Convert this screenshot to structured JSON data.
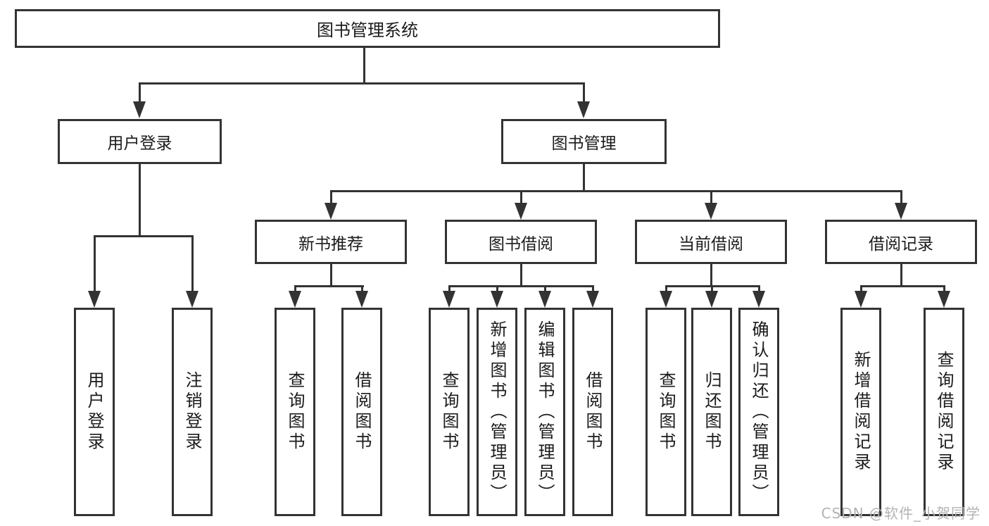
{
  "diagram": {
    "root": "图书管理系统",
    "branches": {
      "user_login": {
        "label": "用户登录",
        "children": [
          "用户登录",
          "注销登录"
        ]
      },
      "book_mgmt": {
        "label": "图书管理"
      },
      "new_book_rec": {
        "label": "新书推荐",
        "children": [
          "查询图书",
          "借阅图书"
        ]
      },
      "book_borrow": {
        "label": "图书借阅",
        "children": [
          "查询图书",
          "新增图书（管理员）",
          "编辑图书（管理员）",
          "借阅图书"
        ]
      },
      "current_borrow": {
        "label": "当前借阅",
        "children": [
          "查询图书",
          "归还图书",
          "确认归还（管理员）"
        ]
      },
      "borrow_records": {
        "label": "借阅记录",
        "children": [
          "新增借阅记录",
          "查询借阅记录"
        ]
      }
    }
  },
  "watermark": "CSDN @软件_小贺同学",
  "colors": {
    "line": "#333333",
    "text": "#1b1b1b",
    "watermark": "#b3b3b3",
    "background": "#ffffff"
  }
}
